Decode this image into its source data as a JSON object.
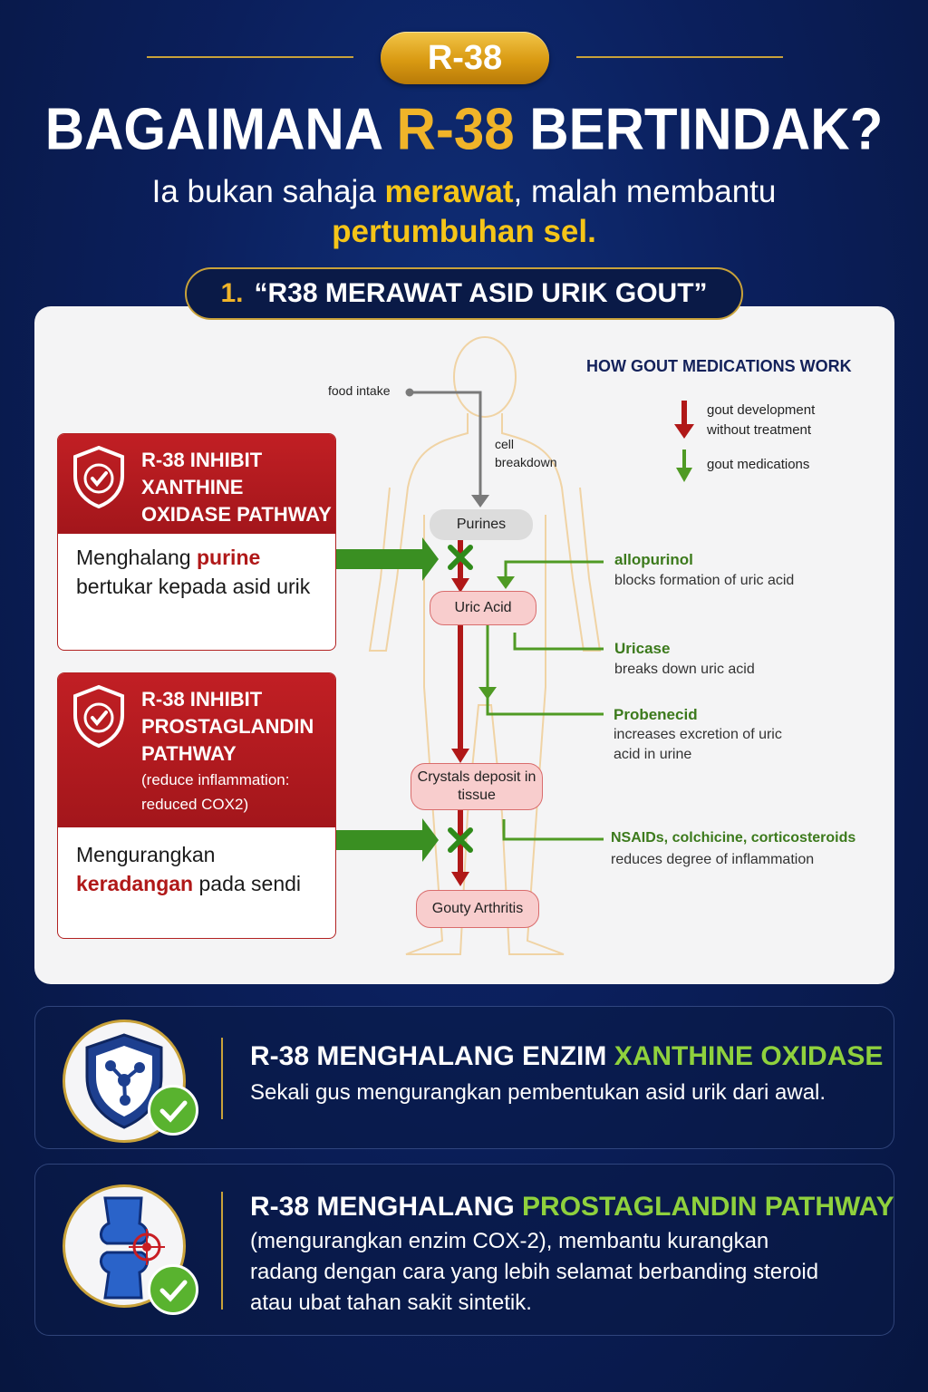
{
  "header": {
    "badge": "R-38",
    "title_part1": "BAGAIMANA ",
    "title_gold": "R-38",
    "title_part2": " BERTINDAK?",
    "subtitle_a": "Ia bukan sahaja ",
    "subtitle_merawat": "merawat",
    "subtitle_b": ", malah membantu",
    "subtitle_growth": "pertumbuhan sel."
  },
  "section": {
    "number": "1.",
    "label": "“R38 MERAWAT ASID URIK GOUT”"
  },
  "cards": [
    {
      "title": "R-38 INHIBIT XANTHINE OXIDASE PATHWAY",
      "body_a": "Menghalang ",
      "body_red": "purine",
      "body_b": " bertukar kepada asid urik"
    },
    {
      "title": "R-38 INHIBIT PROSTAGLANDIN PATHWAY",
      "sub": "(reduce inflammation: reduced COX2)",
      "body_a": "Mengurangkan ",
      "body_red": "keradangan",
      "body_b": " pada sendi"
    }
  ],
  "diagram": {
    "heading": "HOW GOUT MEDICATIONS WORK",
    "legend_red": "gout development without treatment",
    "legend_green": "gout medications",
    "food_intake": "food intake",
    "cell_breakdown": "cell breakdown",
    "nodes": {
      "purines": "Purines",
      "uric_acid": "Uric Acid",
      "crystals": "Crystals deposit in tissue",
      "arthritis": "Gouty Arthritis"
    },
    "medications": [
      {
        "name": "allopurinol",
        "desc": "blocks formation of uric acid"
      },
      {
        "name": "Uricase",
        "desc": "breaks down uric acid"
      },
      {
        "name": "Probenecid",
        "desc": "increases excretion of uric acid in urine"
      },
      {
        "name": "NSAIDs, colchicine, corticosteroids",
        "desc": "reduces degree of inflammation"
      }
    ],
    "colors": {
      "red": "#b01818",
      "green": "#3c9a1c",
      "grey": "#7a7a7a"
    }
  },
  "info": [
    {
      "head_a": "R-38 MENGHALANG ENZIM ",
      "head_g": "XANTHINE OXIDASE",
      "text": "Sekali gus mengurangkan pembentukan asid urik dari awal.",
      "icon": "shield-molecule-icon"
    },
    {
      "head_a": "R-38 MENGHALANG ",
      "head_g": "PROSTAGLANDIN PATHWAY",
      "text": "(mengurangkan enzim COX-2), membantu kurangkan radang dengan cara yang lebih selamat berbanding steroid atau ubat tahan sakit sintetik.",
      "icon": "knee-joint-icon"
    }
  ]
}
